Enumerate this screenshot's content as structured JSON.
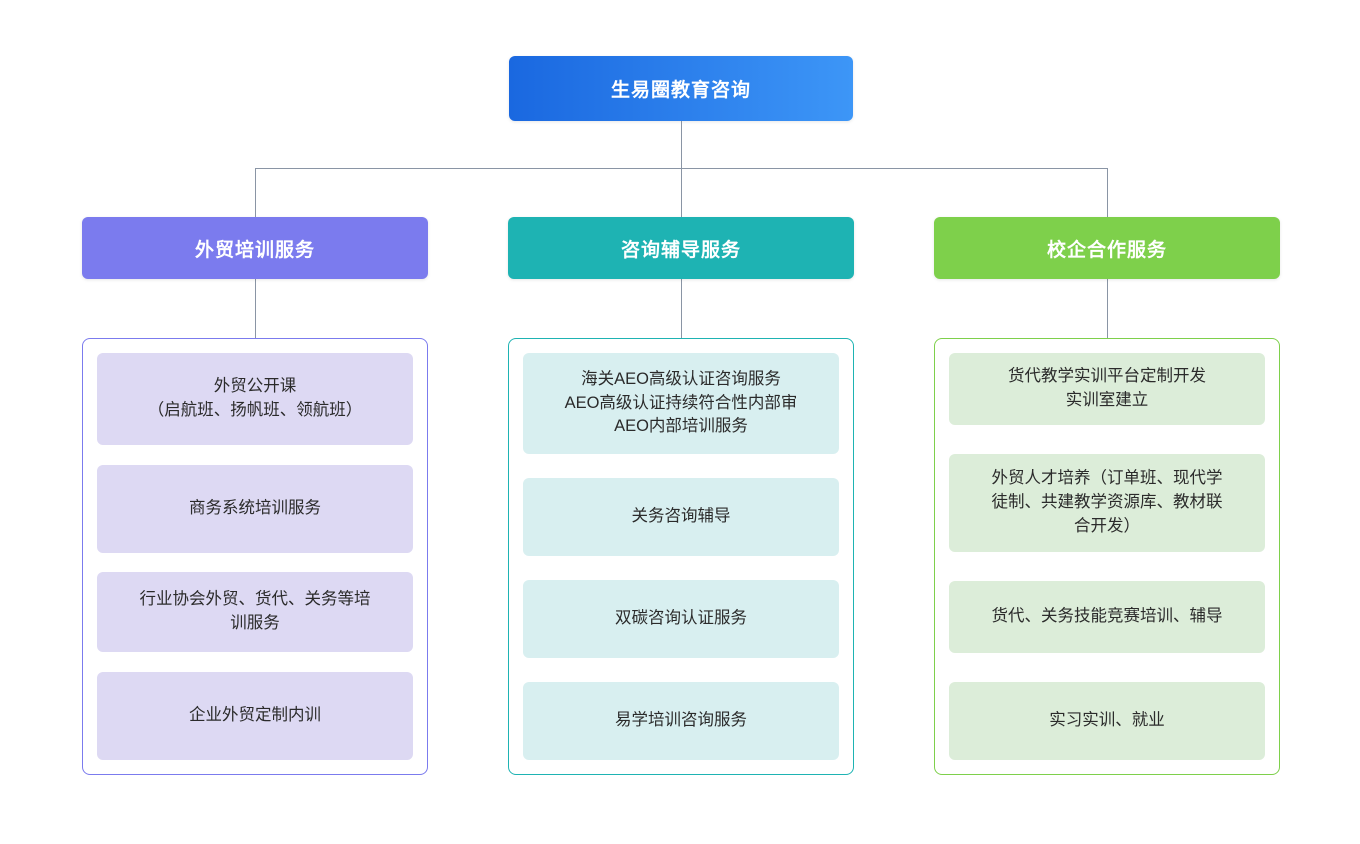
{
  "diagram": {
    "title": "生易圈教育咨询",
    "root": {
      "label": "生易圈教育咨询",
      "color": "#1a68e0",
      "color_end": "#3d96f7"
    },
    "connector_color": "#8a95a5",
    "branches": [
      {
        "header": "外贸培训服务",
        "color": "#7b7bee",
        "leaf_bg": "#ddd9f3",
        "items": [
          {
            "lines": [
              "外贸公开课",
              "（启航班、扬帆班、领航班）"
            ]
          },
          {
            "lines": [
              "商务系统培训服务"
            ]
          },
          {
            "lines": [
              "行业协会外贸、货代、关务等培",
              "训服务"
            ]
          },
          {
            "lines": [
              "企业外贸定制内训"
            ]
          }
        ]
      },
      {
        "header": "咨询辅导服务",
        "color": "#1eb3b3",
        "leaf_bg": "#d8eff0",
        "items": [
          {
            "lines": [
              "海关AEO高级认证咨询服务",
              "AEO高级认证持续符合性内部审",
              "AEO内部培训服务"
            ]
          },
          {
            "lines": [
              "关务咨询辅导"
            ]
          },
          {
            "lines": [
              "双碳咨询认证服务"
            ]
          },
          {
            "lines": [
              "易学培训咨询服务"
            ]
          }
        ]
      },
      {
        "header": "校企合作服务",
        "color": "#7ed04b",
        "leaf_bg": "#dcedd9",
        "items": [
          {
            "lines": [
              "货代教学实训平台定制开发",
              "实训室建立"
            ]
          },
          {
            "lines": [
              "外贸人才培养（订单班、现代学",
              "徒制、共建教学资源库、教材联",
              "合开发）"
            ]
          },
          {
            "lines": [
              "货代、关务技能竞赛培训、辅导"
            ]
          },
          {
            "lines": [
              "实习实训、就业"
            ]
          }
        ]
      }
    ]
  }
}
